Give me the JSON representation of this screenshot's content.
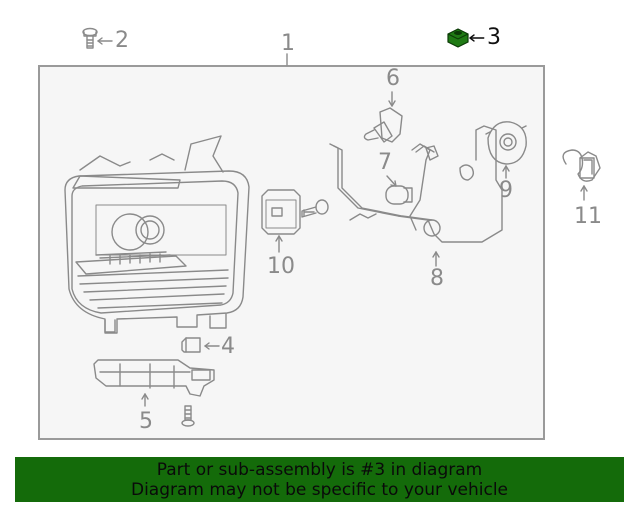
{
  "diagram": {
    "highlighted_part": "3",
    "callouts": [
      {
        "id": "1",
        "label": "1",
        "part": "headlamp-assembly"
      },
      {
        "id": "2",
        "label": "2",
        "part": "bolt"
      },
      {
        "id": "3",
        "label": "3",
        "part": "nut",
        "highlighted": true
      },
      {
        "id": "4",
        "label": "4",
        "part": "cap"
      },
      {
        "id": "5",
        "label": "5",
        "part": "bracket"
      },
      {
        "id": "6",
        "label": "6",
        "part": "headlamp-bulb"
      },
      {
        "id": "7",
        "label": "7",
        "part": "bulb"
      },
      {
        "id": "8",
        "label": "8",
        "part": "wiring-harness"
      },
      {
        "id": "9",
        "label": "9",
        "part": "bulb-cover"
      },
      {
        "id": "10",
        "label": "10",
        "part": "control-module"
      },
      {
        "id": "11",
        "label": "11",
        "part": "clip"
      }
    ],
    "colors": {
      "line_art": "#8a8a8a",
      "frame_border": "#9a9a9a",
      "frame_fill": "#f6f6f6",
      "highlight_part": "#1f7a14",
      "banner_bg": "#146b0a"
    }
  },
  "banner": {
    "line1": "Part or sub-assembly is #3 in diagram",
    "line2": "Diagram may not be specific to your vehicle"
  }
}
